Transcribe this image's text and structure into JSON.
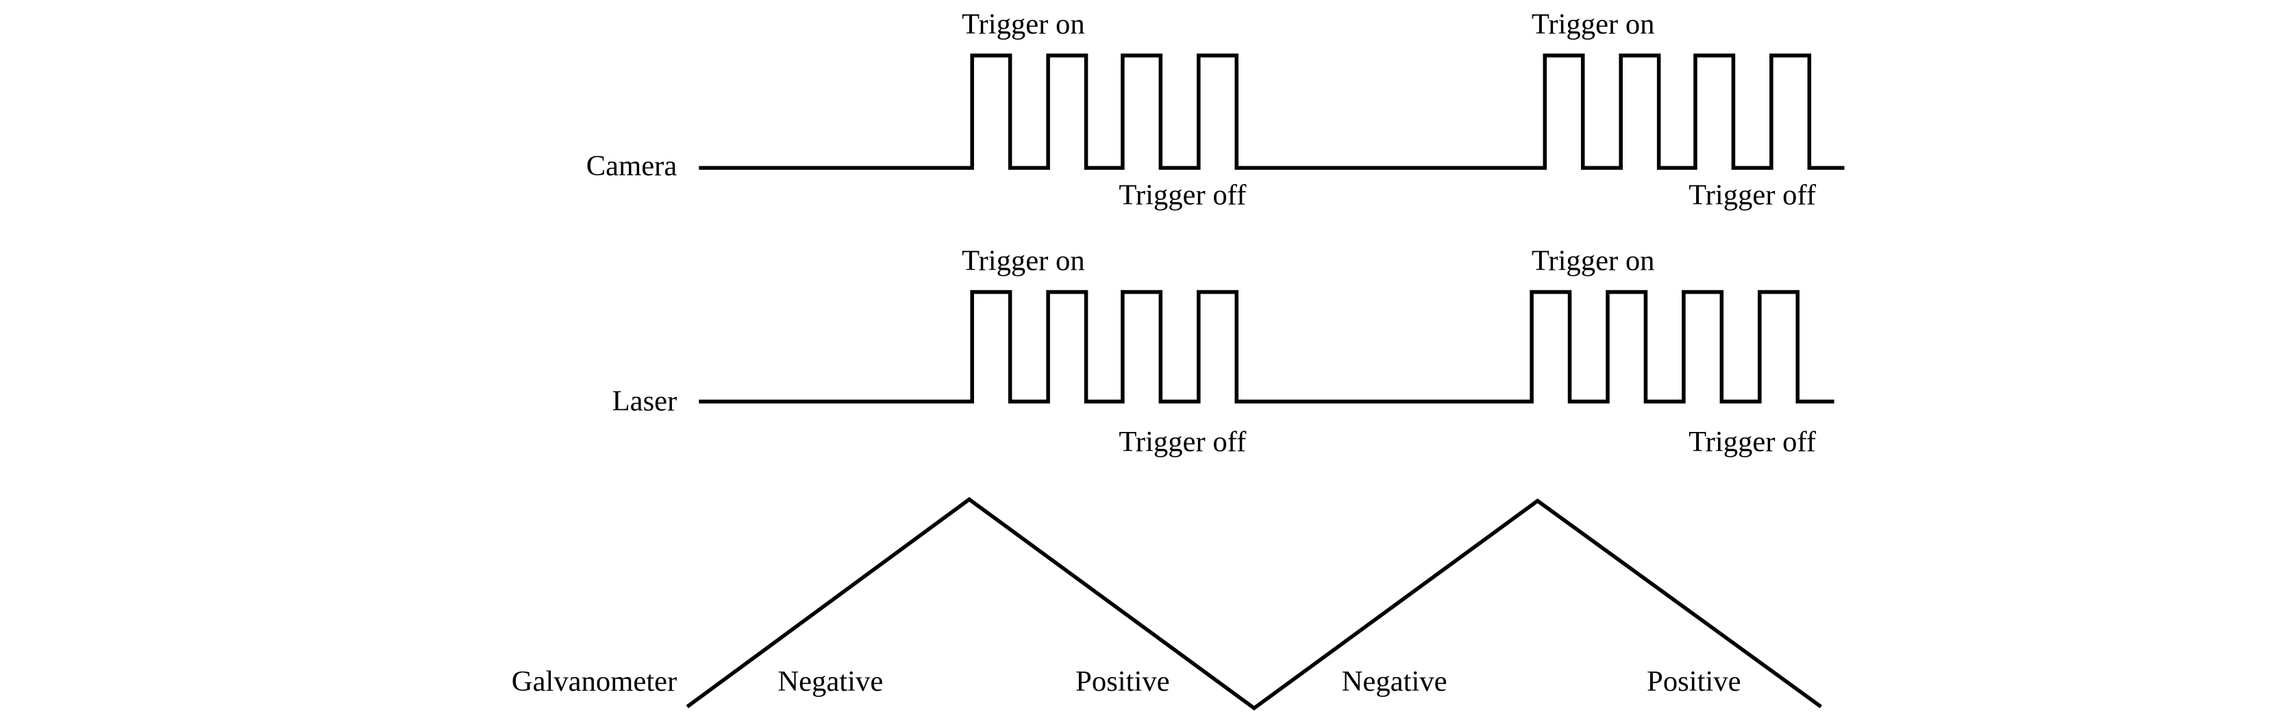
{
  "signals": {
    "camera": {
      "label": "Camera",
      "bursts": [
        {
          "on_label": "Trigger on",
          "off_label": "Trigger off",
          "pulses": 4
        },
        {
          "on_label": "Trigger on",
          "off_label": "Trigger off",
          "pulses": 4
        }
      ]
    },
    "laser": {
      "label": "Laser",
      "bursts": [
        {
          "on_label": "Trigger on",
          "off_label": "Trigger off",
          "pulses": 4
        },
        {
          "on_label": "Trigger on",
          "off_label": "Trigger off",
          "pulses": 4
        }
      ]
    },
    "galvanometer": {
      "label": "Galvanometer",
      "segments": [
        "Negative",
        "Positive",
        "Negative",
        "Positive"
      ]
    }
  },
  "colors": {
    "line": "#000000",
    "background": "#ffffff"
  }
}
